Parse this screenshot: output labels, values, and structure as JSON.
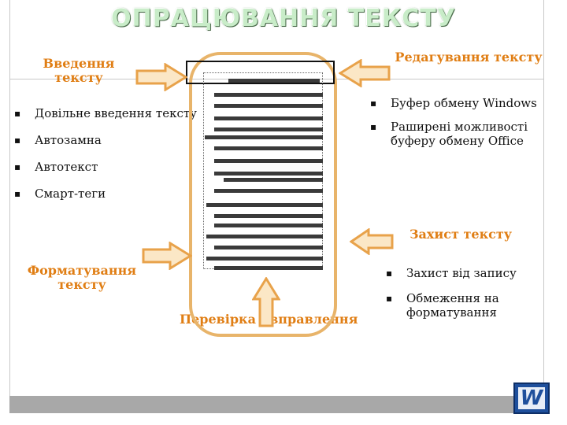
{
  "title": "ОПРАЦЮВАННЯ ТЕКСТУ",
  "labels": {
    "input_text": "Введення\nтексту",
    "edit_text": "Редагування тексту",
    "protect_text": "Захист тексту",
    "format_text": "Форматування\nтексту",
    "check_text": "Перевірка і вправлення"
  },
  "input_items": [
    "Довільне введення тексту",
    "Автозамна",
    "Автотекст",
    "Смарт-теги"
  ],
  "edit_items": [
    "Буфер обмену Windows",
    "Раширені можливості буферу обмену Office"
  ],
  "protect_items": [
    "Захист від запису",
    "Обмеження на форматування"
  ],
  "logo_letter": "W",
  "colors": {
    "accent": "#e07e14",
    "arrow_fill": "#fbe7c6",
    "arrow_stroke": "#e8a24a",
    "frame": "#e8b46a"
  }
}
